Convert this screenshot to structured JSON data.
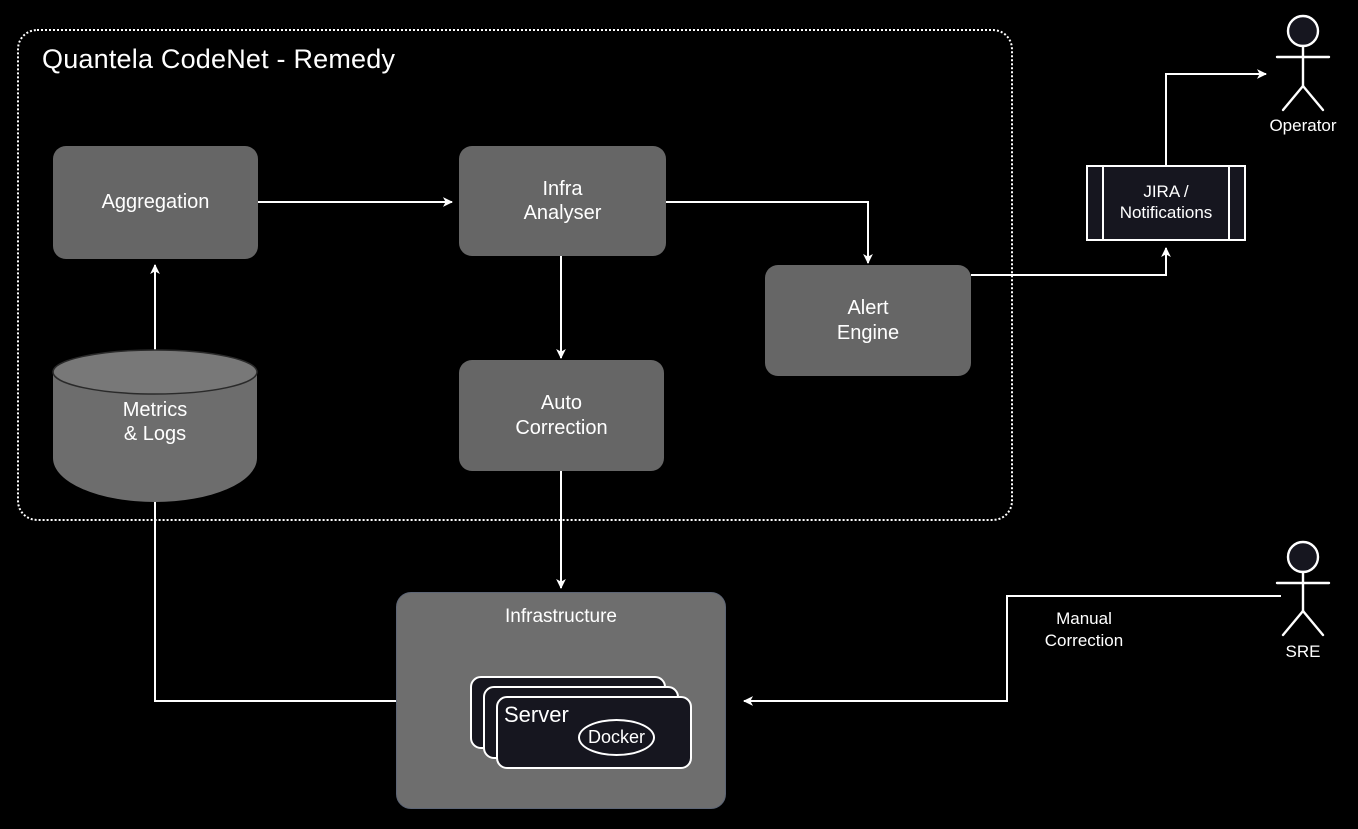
{
  "diagram": {
    "title": "Quantela CodeNet - Remedy",
    "background": "#000000",
    "process_fill": "#666666",
    "component_fill": "#16161f",
    "stroke": "#ffffff",
    "infra_fill": "#6e6e6e"
  },
  "nodes": {
    "aggregation": {
      "label": "Aggregation",
      "shape": "rounded-rect"
    },
    "infra_analyser": {
      "label": "Infra\nAnalyser",
      "shape": "rounded-rect"
    },
    "alert_engine": {
      "label": "Alert\nEngine",
      "shape": "rounded-rect"
    },
    "auto_correction": {
      "label": "Auto\nCorrection",
      "shape": "rounded-rect"
    },
    "metrics_logs": {
      "label": "Metrics\n& Logs",
      "shape": "cylinder"
    },
    "jira": {
      "label": "JIRA /\nNotifications",
      "shape": "component"
    },
    "infrastructure": {
      "label": "Infrastructure",
      "shape": "rounded-rect"
    },
    "server": {
      "label": "Server",
      "shape": "stacked-card"
    },
    "docker": {
      "label": "Docker",
      "shape": "ellipse"
    }
  },
  "actors": {
    "operator": {
      "label": "Operator"
    },
    "sre": {
      "label": "SRE"
    }
  },
  "edges": [
    {
      "from": "aggregation",
      "to": "infra_analyser",
      "label": ""
    },
    {
      "from": "metrics_logs",
      "to": "aggregation",
      "label": ""
    },
    {
      "from": "infra_analyser",
      "to": "alert_engine",
      "label": ""
    },
    {
      "from": "infra_analyser",
      "to": "auto_correction",
      "label": ""
    },
    {
      "from": "auto_correction",
      "to": "infrastructure",
      "label": ""
    },
    {
      "from": "alert_engine",
      "to": "jira",
      "label": ""
    },
    {
      "from": "jira",
      "to": "operator",
      "label": ""
    },
    {
      "from": "infrastructure",
      "to": "metrics_logs",
      "label": ""
    },
    {
      "from": "sre",
      "to": "infrastructure",
      "label": "Manual\nCorrection"
    }
  ],
  "edge_labels": {
    "manual_correction": "Manual\nCorrection"
  }
}
